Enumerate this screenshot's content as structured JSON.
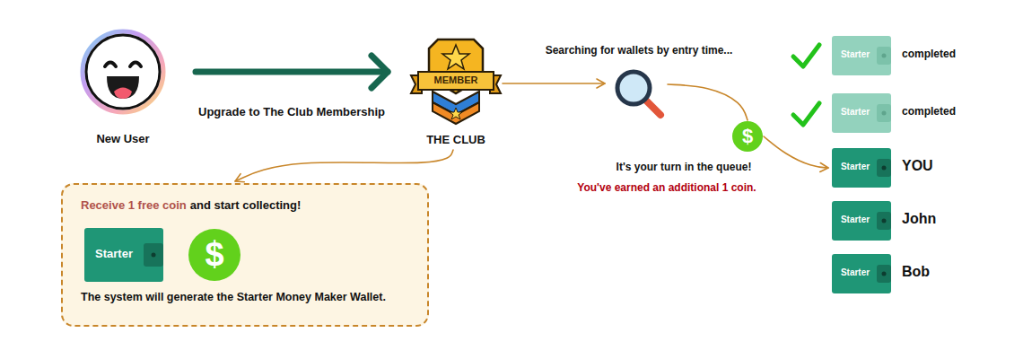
{
  "diagram": {
    "nodes": [
      {
        "text": [
          "New User"
        ]
      },
      {
        "text": [
          "MEMBER",
          "THE CLUB"
        ]
      },
      {
        "text": [
          "Receive 1 free coin",
          "and start collecting!",
          "The system will generate the Starter Money Maker Wallet."
        ]
      },
      {
        "text": [
          "Starter"
        ],
        "in": 2
      },
      {
        "text": [
          "$"
        ],
        "in": 2
      },
      {
        "text": [
          "Searching for wallets by entry time..."
        ]
      },
      {
        "text": [
          "$"
        ]
      },
      {
        "text": [
          "Starter",
          "completed"
        ]
      },
      {
        "text": [
          "Starter",
          "completed"
        ]
      },
      {
        "text": [
          "Starter",
          "YOU"
        ]
      },
      {
        "text": [
          "Starter",
          "John"
        ]
      },
      {
        "text": [
          "Starter",
          "Bob"
        ]
      }
    ],
    "edges": [
      {
        "from": 0,
        "to": 1,
        "arrow": "to",
        "label": "Upgrade to The Club Membership"
      },
      {
        "from": 1,
        "to": 2,
        "arrow": "to"
      },
      {
        "from": 1,
        "to": 5,
        "arrow": "to"
      },
      {
        "from": 5,
        "to": 6,
        "arrow": "none"
      },
      {
        "from": 6,
        "to": 9,
        "arrow": "to"
      }
    ],
    "labels": [
      "It's your turn in the queue!",
      "You've earned an additional 1 coin."
    ]
  }
}
